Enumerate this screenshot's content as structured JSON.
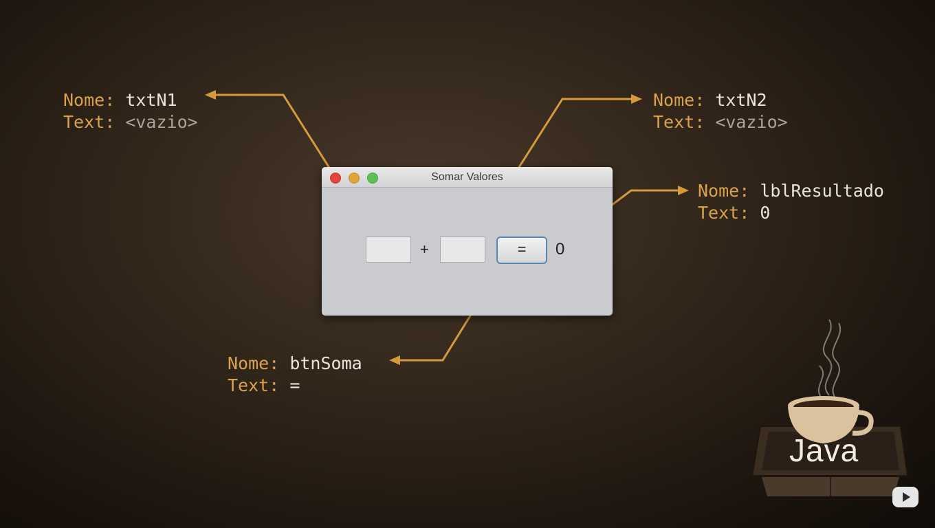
{
  "window": {
    "title": "Somar Valores"
  },
  "form": {
    "plus": "+",
    "button_label": "=",
    "result": "0"
  },
  "annotations": {
    "txtN1": {
      "nome_key": "Nome:",
      "nome_val": "txtN1",
      "text_key": "Text:",
      "text_val": "<vazio>"
    },
    "txtN2": {
      "nome_key": "Nome:",
      "nome_val": "txtN2",
      "text_key": "Text:",
      "text_val": "<vazio>"
    },
    "lblResultado": {
      "nome_key": "Nome:",
      "nome_val": "lblResultado",
      "text_key": "Text:",
      "text_val": "0"
    },
    "btnSoma": {
      "nome_key": "Nome:",
      "nome_val": "btnSoma",
      "text_key": "Text:",
      "text_val": "="
    }
  },
  "logo": {
    "text": "Java"
  },
  "colors": {
    "accent": "#d9a24c",
    "background": "#2f2419"
  },
  "icons": {
    "play": "video-play-icon"
  }
}
